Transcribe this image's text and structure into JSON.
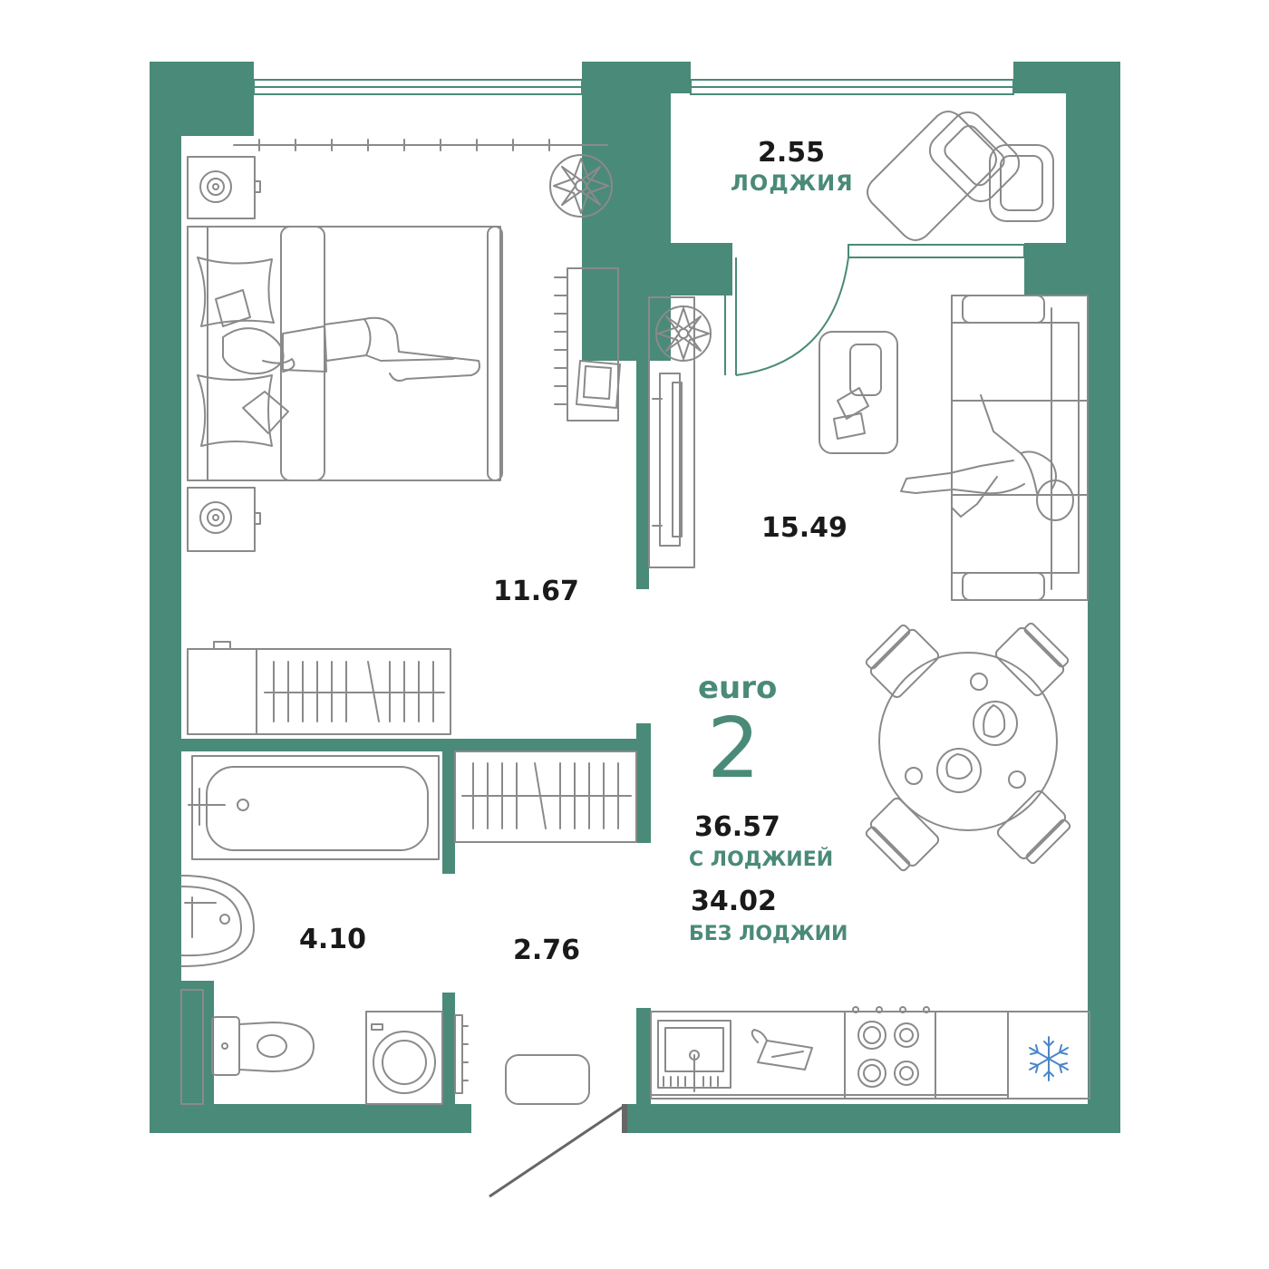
{
  "colors": {
    "wall": "#4a8a78",
    "line": "#8a8a8a",
    "accent": "#4a8a78",
    "text": "#1a1a1a",
    "snowflake": "#4a86c8",
    "door_swing": "#4a8a78",
    "entrance_door": "#666666"
  },
  "rooms": {
    "loggia": {
      "area": "2.55",
      "label": "ЛОДЖИЯ"
    },
    "bedroom": {
      "area": "11.67"
    },
    "living_kitchen": {
      "area": "15.49"
    },
    "bathroom": {
      "area": "4.10"
    },
    "hallway": {
      "area": "2.76"
    }
  },
  "summary": {
    "type_label": "euro",
    "rooms_count": "2",
    "total_with_loggia": "36.57",
    "with_loggia_label": "С ЛОДЖИЕЙ",
    "total_without_loggia": "34.02",
    "without_loggia_label": "БЕЗ ЛОДЖИИ"
  },
  "icons": [
    "double-bed-icon",
    "person-sleeping-icon",
    "nightstand-icon",
    "plant-icon",
    "desk-icon",
    "armchair-icon",
    "sofa-icon",
    "person-relaxing-icon",
    "coffee-table-icon",
    "tv-stand-icon",
    "dining-table-icon",
    "dining-chair-icon",
    "wardrobe-icon",
    "bathtub-icon",
    "sink-icon",
    "toilet-icon",
    "washing-machine-icon",
    "radiator-icon",
    "kitchen-sink-icon",
    "cutting-board-icon",
    "cooktop-icon",
    "fridge-snowflake-icon",
    "door-swing-icon",
    "entrance-door-icon",
    "rug-icon"
  ]
}
